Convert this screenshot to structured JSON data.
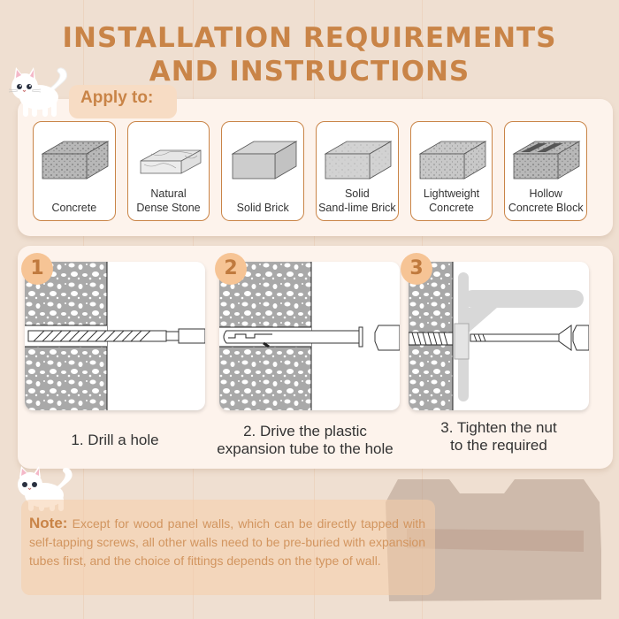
{
  "header": {
    "title_line1": "INSTALLATION REQUIREMENTS",
    "title_line2": "AND INSTRUCTIONS"
  },
  "apply": {
    "label": "Apply to:",
    "materials": [
      {
        "label": "Concrete",
        "icon": "concrete-block-icon"
      },
      {
        "label": "Natural\nDense Stone",
        "icon": "natural-stone-icon"
      },
      {
        "label": "Solid Brick",
        "icon": "solid-brick-icon"
      },
      {
        "label": "Solid\nSand-lime Brick",
        "icon": "sand-lime-brick-icon"
      },
      {
        "label": "Lightweight\nConcrete",
        "icon": "lightweight-concrete-icon"
      },
      {
        "label": "Hollow\nConcrete Block",
        "icon": "hollow-block-icon"
      }
    ]
  },
  "steps": [
    {
      "number": "1",
      "caption": "1. Drill a hole",
      "icon": "drill-bit-icon"
    },
    {
      "number": "2",
      "caption": "2. Drive the plastic\nexpansion tube to the hole",
      "icon": "expansion-tube-icon"
    },
    {
      "number": "3",
      "caption": "3. Tighten the nut\nto the required",
      "icon": "screw-bracket-icon"
    }
  ],
  "note": {
    "label": "Note:",
    "text": " Except for wood panel walls, which can be directly tapped with self-tapping screws, all other walls need to be pre-buried with expansion tubes first, and the choice of fittings depends on the type of wall."
  },
  "colors": {
    "accent": "#c98447",
    "background": "#efdfd1",
    "panel": "#fdf3ec",
    "step_badge": "#f6c495"
  }
}
